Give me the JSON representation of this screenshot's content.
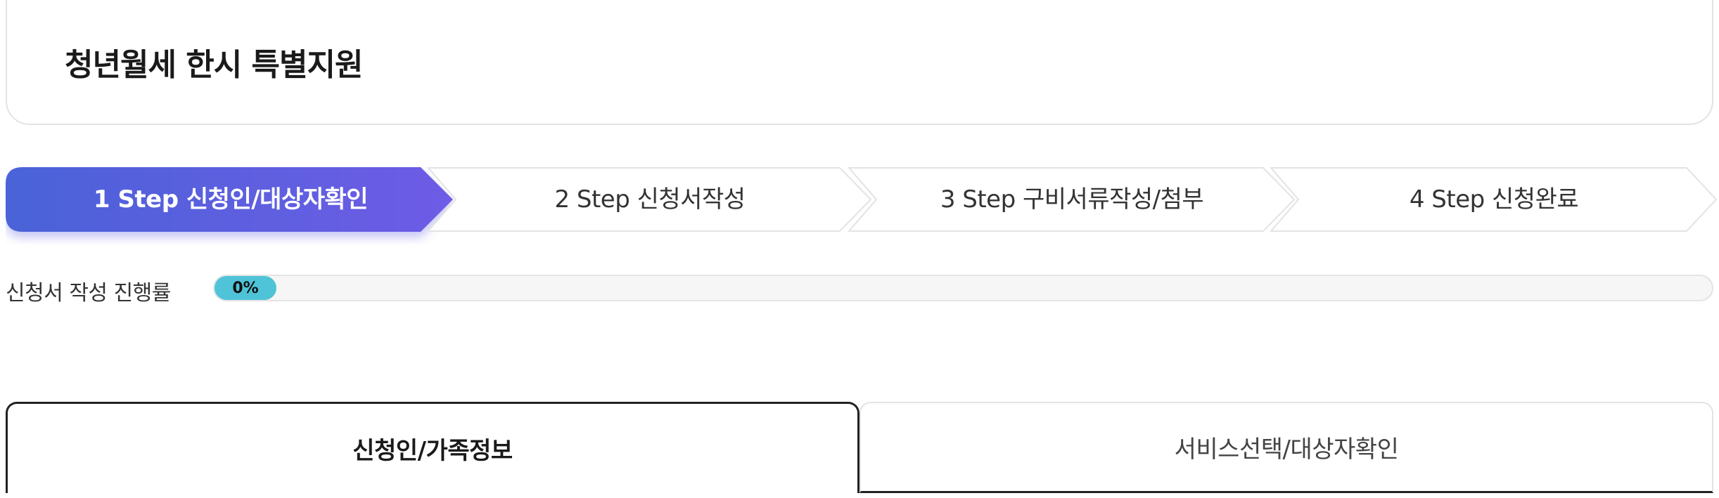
{
  "header": {
    "title": "청년월세 한시 특별지원"
  },
  "steps": [
    {
      "number": "1 Step",
      "label": "신청인/대상자확인",
      "active": true
    },
    {
      "number": "2 Step",
      "label": "신청서작성",
      "active": false
    },
    {
      "number": "3 Step",
      "label": "구비서류작성/첨부",
      "active": false
    },
    {
      "number": "4 Step",
      "label": "신청완료",
      "active": false
    }
  ],
  "progress": {
    "label": "신청서 작성 진행률",
    "value_text": "0%",
    "value": 0
  },
  "tabs": [
    {
      "label": "신청인/가족정보",
      "active": true
    },
    {
      "label": "서비스선택/대상자확인",
      "active": false
    }
  ],
  "colors": {
    "step_active_start": "#4a63d8",
    "step_active_end": "#6e5be6",
    "progress_fill": "#4fc3d7",
    "border": "#e3e3e3",
    "tab_active_border": "#222222"
  }
}
